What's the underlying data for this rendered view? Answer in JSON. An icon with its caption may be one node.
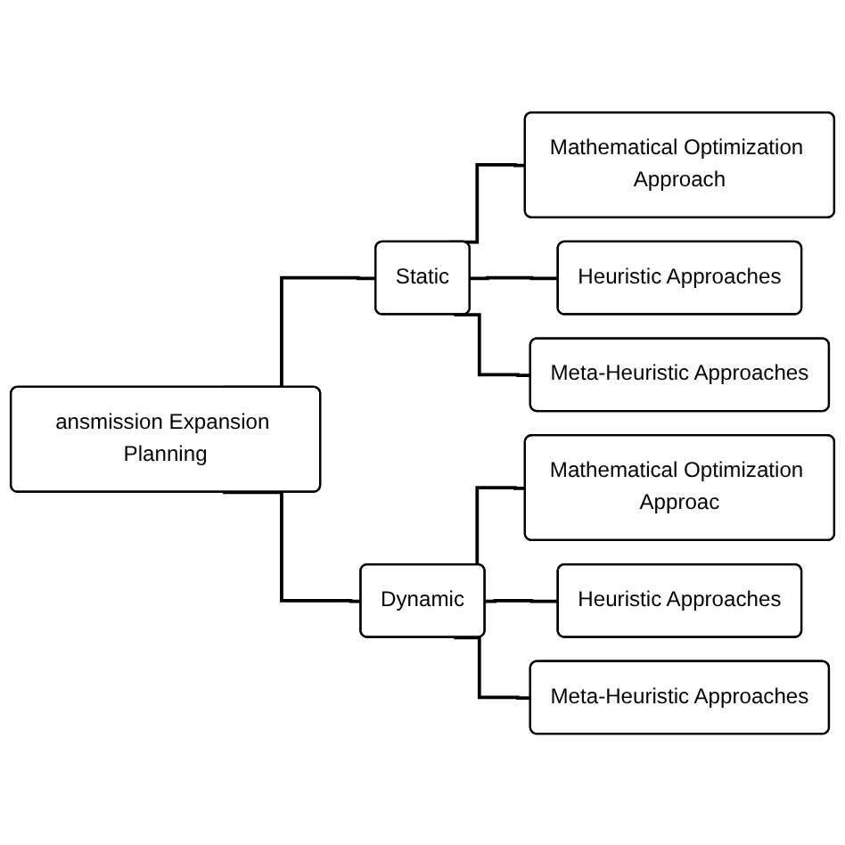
{
  "diagram": {
    "nodes": [
      {
        "text": [
          "ansmission Expansion Planning"
        ]
      },
      {
        "text": [
          "Static"
        ]
      },
      {
        "text": [
          "Mathematical Optimization Approach"
        ]
      },
      {
        "text": [
          "Heuristic Approaches"
        ]
      },
      {
        "text": [
          "Meta-Heuristic Approaches"
        ]
      },
      {
        "text": [
          "Dynamic"
        ]
      },
      {
        "text": [
          "Mathematical Optimization Approac"
        ]
      },
      {
        "text": [
          "Heuristic Approaches"
        ]
      },
      {
        "text": [
          "Meta-Heuristic Approaches"
        ]
      }
    ],
    "edges": [
      {
        "from": 0,
        "to": 1,
        "arrow": "none"
      },
      {
        "from": 1,
        "to": 2,
        "arrow": "none"
      },
      {
        "from": 1,
        "to": 3,
        "arrow": "none"
      },
      {
        "from": 1,
        "to": 4,
        "arrow": "none"
      },
      {
        "from": 0,
        "to": 5,
        "arrow": "none"
      },
      {
        "from": 5,
        "to": 6,
        "arrow": "none"
      },
      {
        "from": 5,
        "to": 7,
        "arrow": "none"
      },
      {
        "from": 5,
        "to": 8,
        "arrow": "none"
      }
    ]
  }
}
